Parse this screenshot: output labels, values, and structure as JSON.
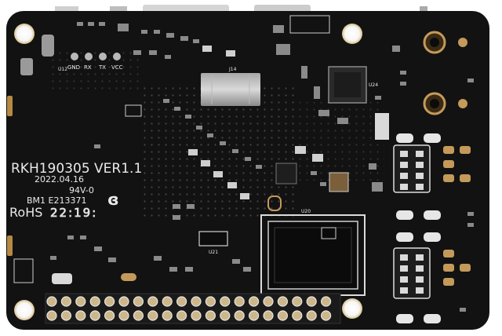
{
  "board": {
    "model_text": "RKH190305  VER1.1",
    "date_text": "2022.04.16",
    "ul_text": "94V-0",
    "bm_text": "BM1  E213371",
    "rohs_text": "RoHS",
    "time_text": "22:19:",
    "small_labels": {
      "gnd": "GND",
      "rx": "RX",
      "tx": "TX",
      "vcc": "VCC",
      "u20": "U20",
      "u21": "U21",
      "u24": "U24",
      "u12": "U12",
      "j14": "J14"
    }
  },
  "colors": {
    "pcb": "#121212",
    "silkscreen": "#e9e9e9",
    "gold": "#b48a44",
    "copper": "#c49a5a",
    "component": "#7d7d7d"
  }
}
